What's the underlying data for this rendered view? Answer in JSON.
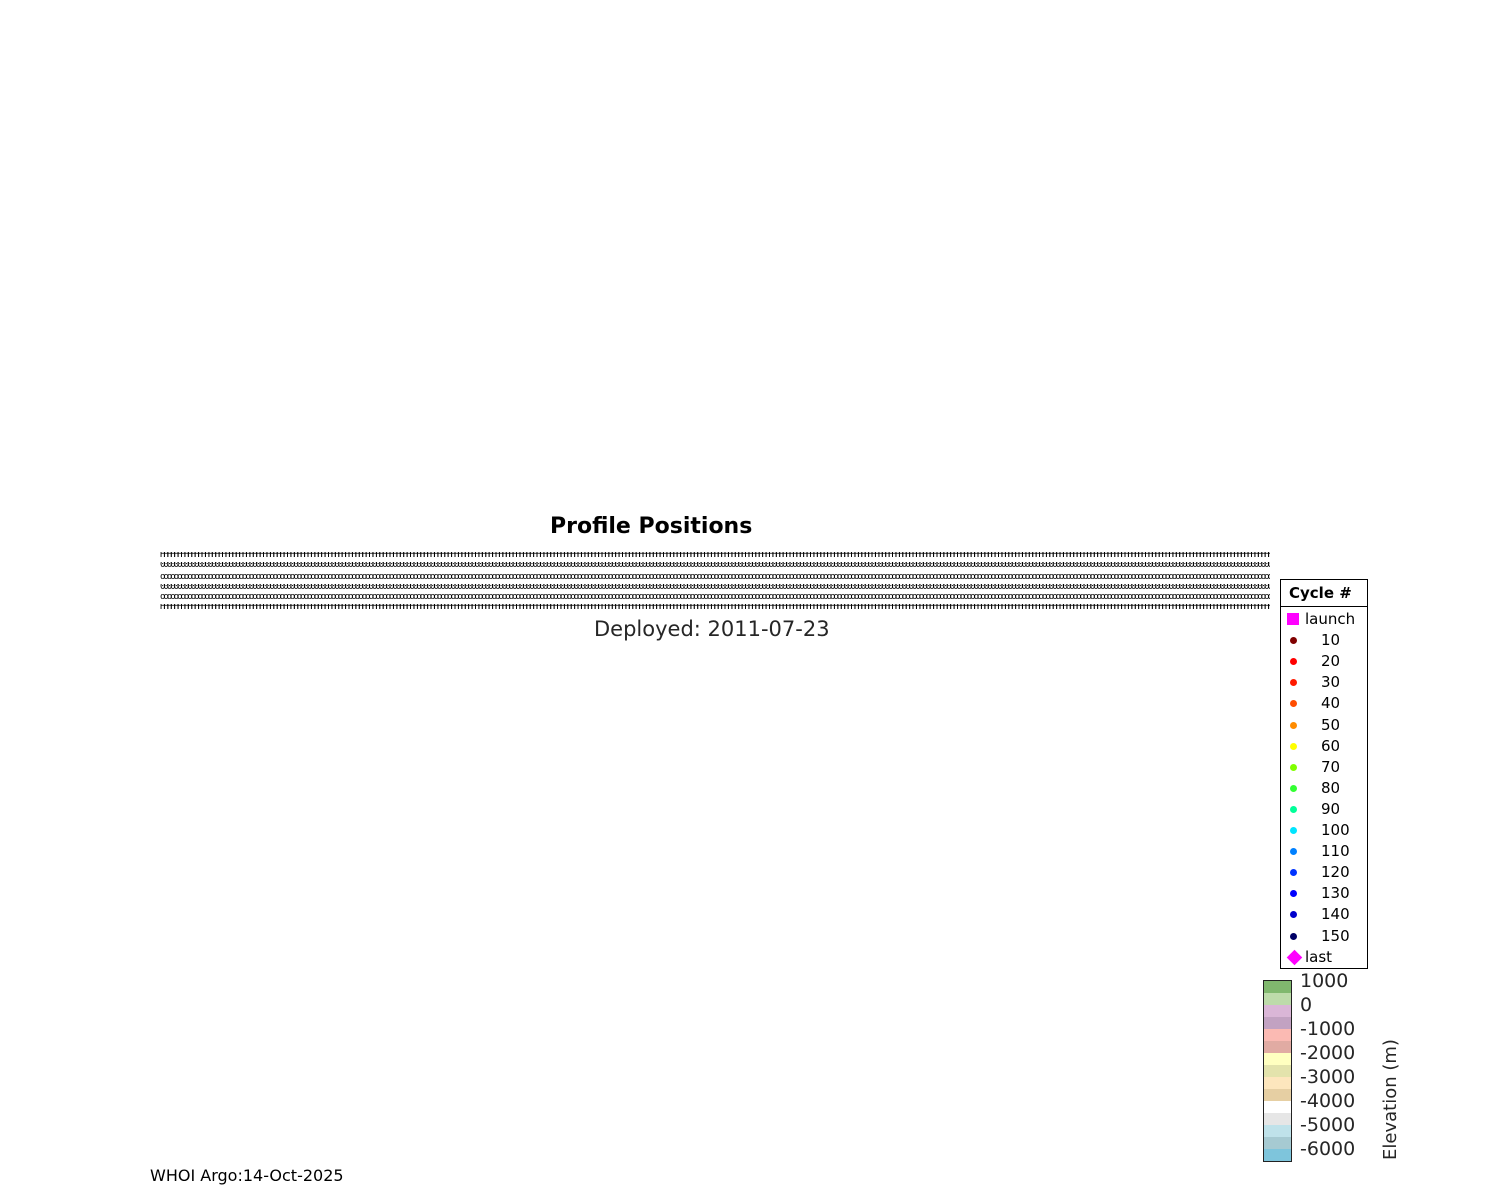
{
  "chart_data": {
    "type": "scatter",
    "title": "Profile Positions",
    "subtitle": "Deployed: 2011-07-23",
    "legend": {
      "title": "Cycle #",
      "placement": "right",
      "entries": [
        {
          "label": "launch",
          "color": "#ff00ff"
        },
        {
          "label": "10",
          "color": "#800000"
        },
        {
          "label": "20",
          "color": "#ff0000"
        },
        {
          "label": "30",
          "color": "#ff1a00"
        },
        {
          "label": "40",
          "color": "#ff4d00"
        },
        {
          "label": "50",
          "color": "#ff8c00"
        },
        {
          "label": "60",
          "color": "#ffff00"
        },
        {
          "label": "70",
          "color": "#80ff00"
        },
        {
          "label": "80",
          "color": "#33ff33"
        },
        {
          "label": "90",
          "color": "#00ff99"
        },
        {
          "label": "100",
          "color": "#00e5ff"
        },
        {
          "label": "110",
          "color": "#0080ff"
        },
        {
          "label": "120",
          "color": "#0033ff"
        },
        {
          "label": "130",
          "color": "#0000ff"
        },
        {
          "label": "140",
          "color": "#0000cc"
        },
        {
          "label": "150",
          "color": "#000066"
        },
        {
          "label": "last",
          "color": "#ff00ff"
        }
      ]
    },
    "colorbar": {
      "label": "Elevation (m)",
      "ticks": [
        "1000",
        "0",
        "-1000",
        "-2000",
        "-3000",
        "-4000",
        "-5000",
        "-6000"
      ],
      "colors": [
        "#80b86e",
        "#bddbaa",
        "#dab6d7",
        "#c2a2c2",
        "#fbbab3",
        "#e1aba3",
        "#ffffc0",
        "#e3e3ac",
        "#fde6bd",
        "#e6cfa3",
        "#ffffff",
        "#e6e6e6",
        "#bfe2ea",
        "#a6cad2",
        "#7ec5dc"
      ]
    }
  },
  "footer": "WHOI Argo:14-Oct-2025"
}
